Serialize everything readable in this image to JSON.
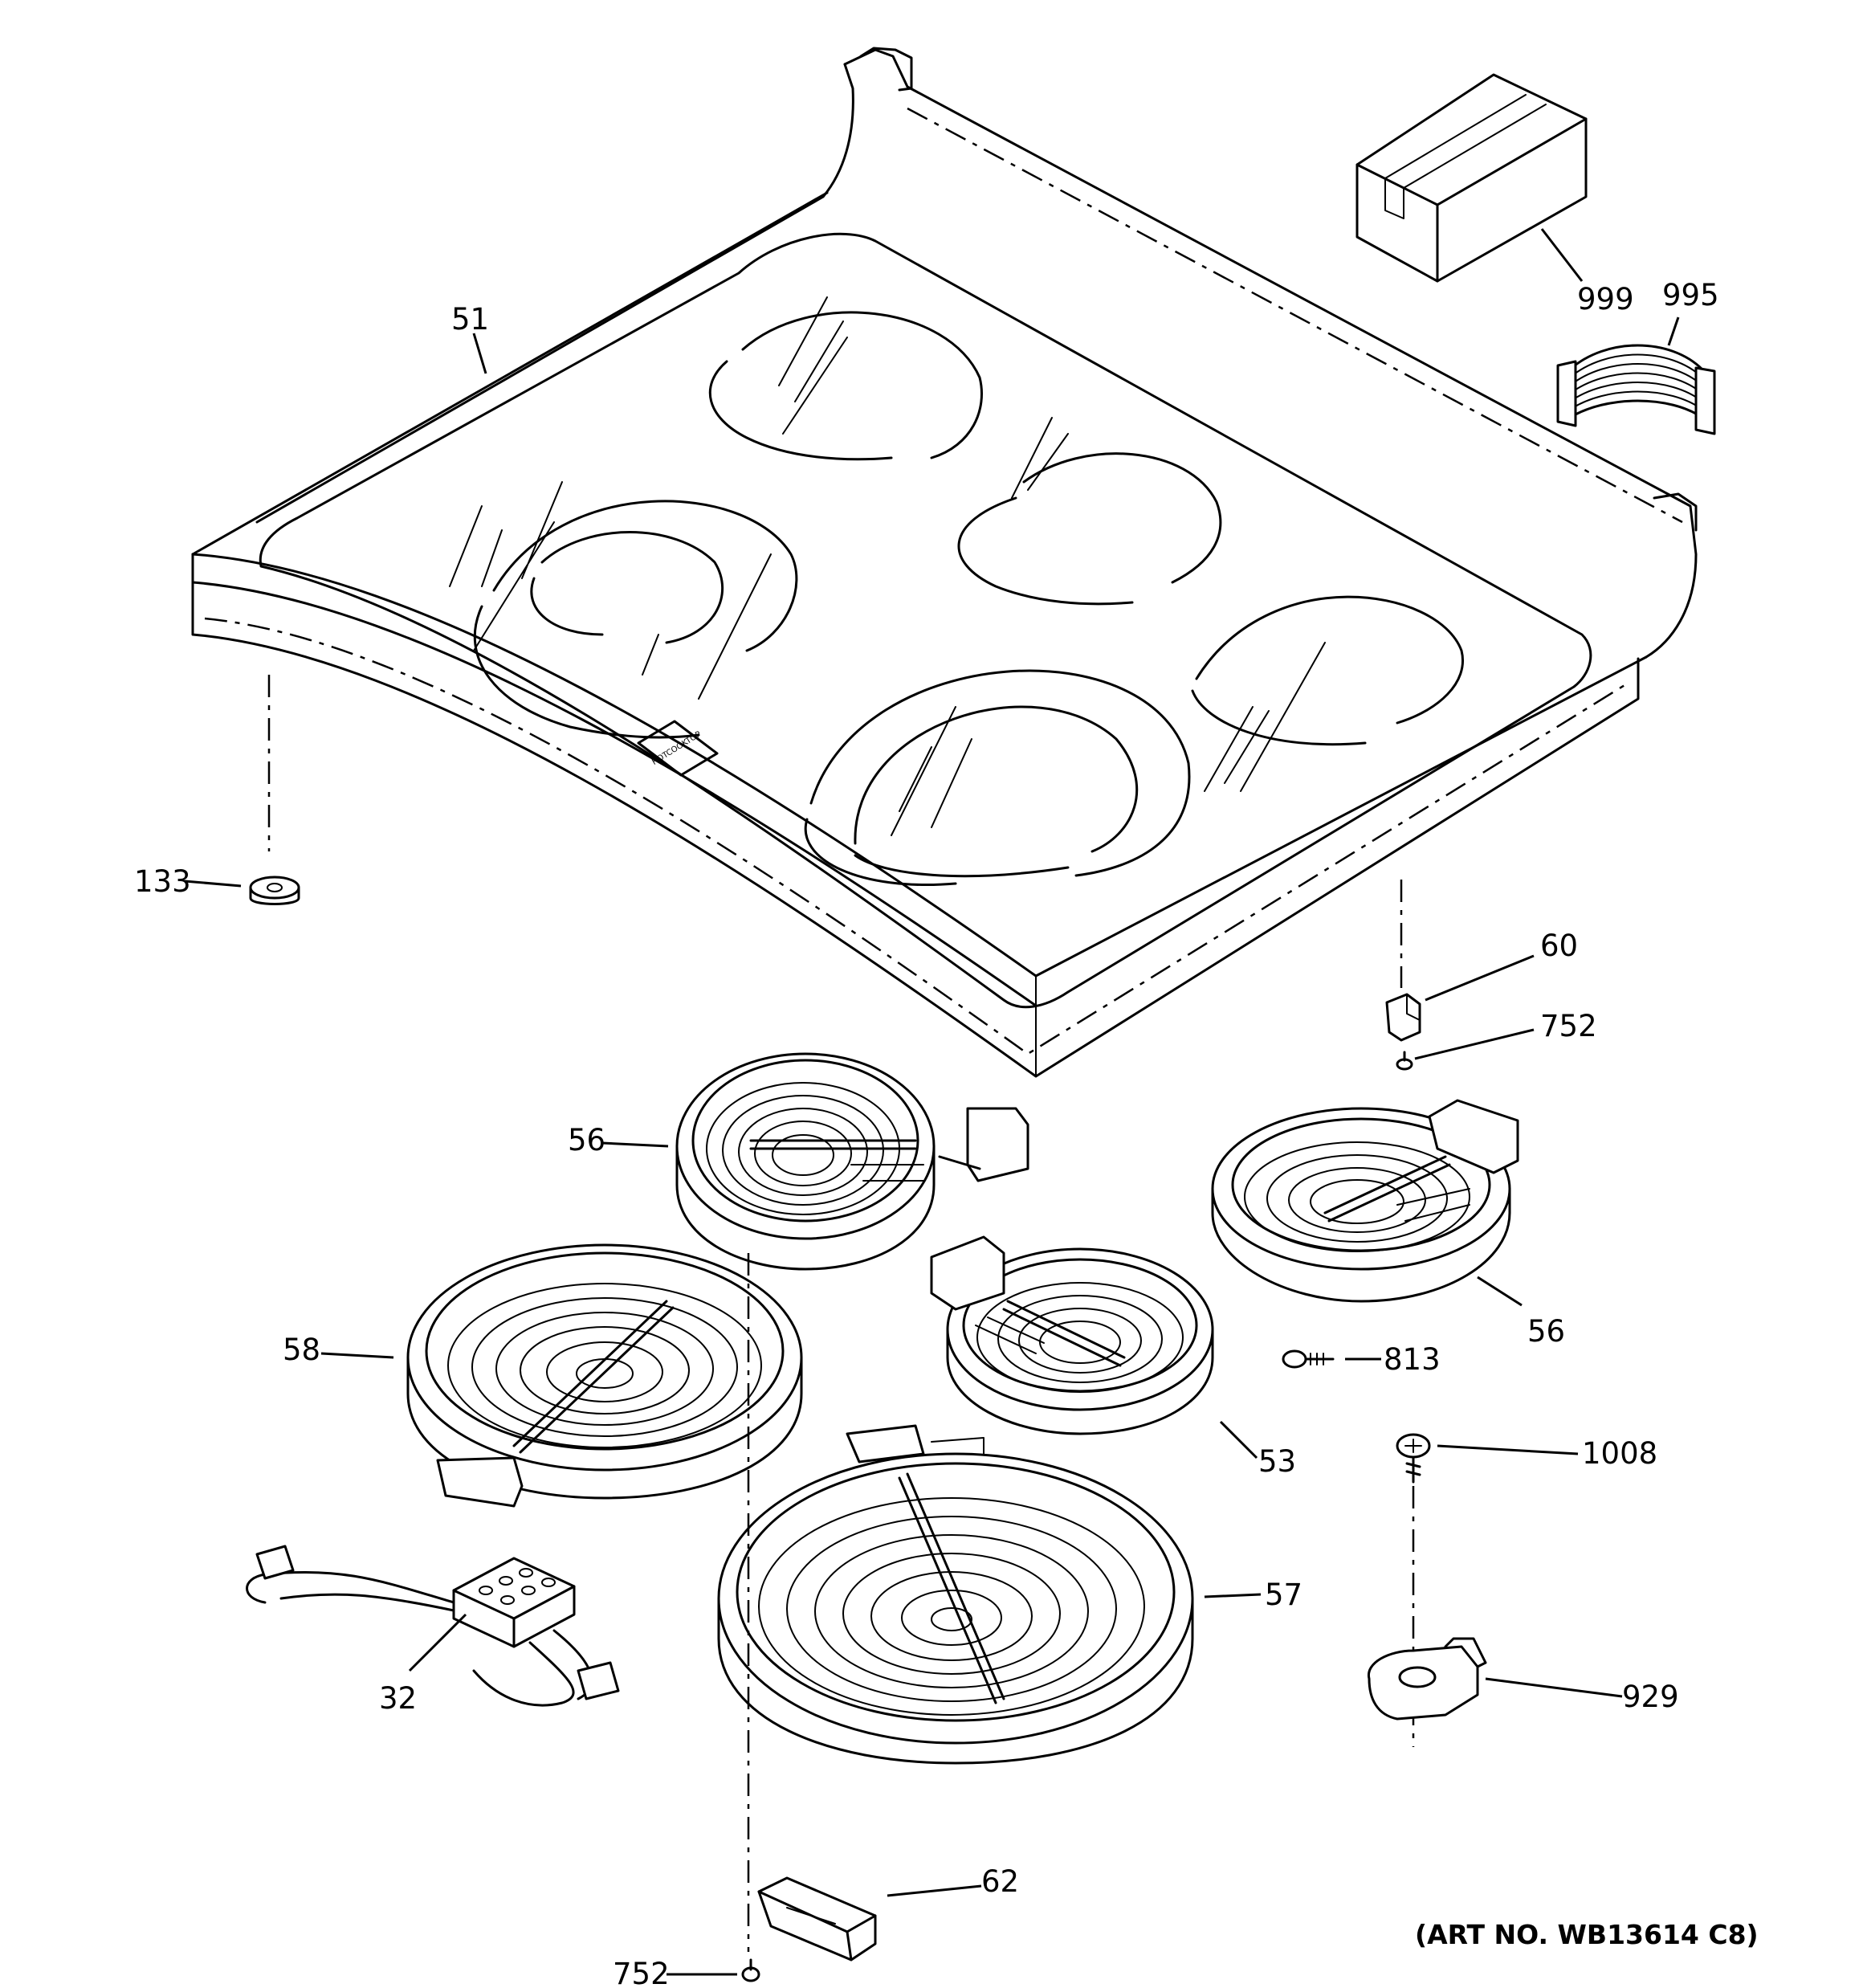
{
  "diagram": {
    "art_number": "(ART NO. WB13614 C8)",
    "plate_text": "HOTCOOKTOP",
    "callouts": [
      {
        "id": "c51",
        "text": "51"
      },
      {
        "id": "c999",
        "text": "999"
      },
      {
        "id": "c995",
        "text": "995"
      },
      {
        "id": "c133",
        "text": "133"
      },
      {
        "id": "c60",
        "text": "60"
      },
      {
        "id": "c752a",
        "text": "752"
      },
      {
        "id": "c56a",
        "text": "56"
      },
      {
        "id": "c56b",
        "text": "56"
      },
      {
        "id": "c58",
        "text": "58"
      },
      {
        "id": "c813",
        "text": "813"
      },
      {
        "id": "c53",
        "text": "53"
      },
      {
        "id": "c1008",
        "text": "1008"
      },
      {
        "id": "c57",
        "text": "57"
      },
      {
        "id": "c32",
        "text": "32"
      },
      {
        "id": "c929",
        "text": "929"
      },
      {
        "id": "c62",
        "text": "62"
      },
      {
        "id": "c752b",
        "text": "752"
      }
    ]
  }
}
